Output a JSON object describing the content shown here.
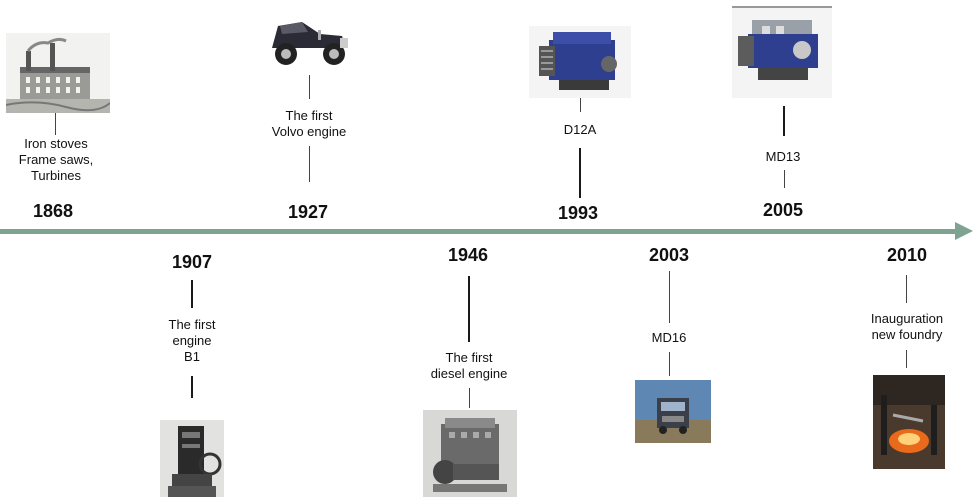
{
  "timeline": {
    "events": [
      {
        "year": "1868",
        "label": "Iron stoves\nFrame saws,\nTurbines",
        "image_icon": "factory-engraving-icon"
      },
      {
        "year": "1907",
        "label": "The first\nengine\nB1",
        "image_icon": "early-engine-icon"
      },
      {
        "year": "1927",
        "label": "The first\nVolvo engine",
        "image_icon": "vintage-car-icon"
      },
      {
        "year": "1946",
        "label": "The first\ndiesel engine",
        "image_icon": "diesel-engine-icon"
      },
      {
        "year": "1993",
        "label": "D12A",
        "image_icon": "d12a-engine-icon"
      },
      {
        "year": "2003",
        "label": "MD16",
        "image_icon": "truck-icon"
      },
      {
        "year": "2005",
        "label": "MD13",
        "image_icon": "md13-engine-icon"
      },
      {
        "year": "2010",
        "label": "Inauguration\nnew foundry",
        "image_icon": "foundry-icon"
      }
    ]
  },
  "colors": {
    "axis": "#7fa392",
    "engine_blue": "#2e3f8f",
    "text": "#111111"
  }
}
